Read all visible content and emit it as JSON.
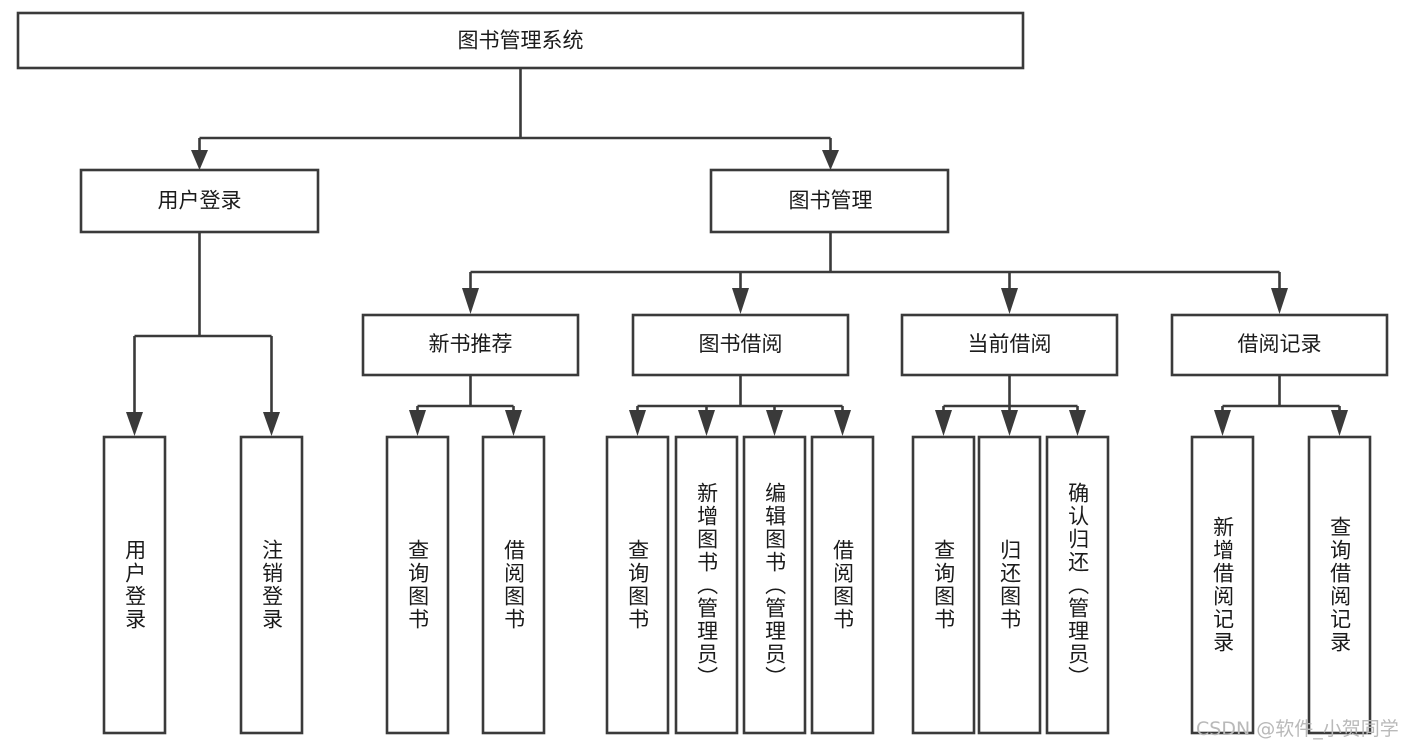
{
  "diagram": {
    "title": "图书管理系统",
    "type": "hierarchy-tree",
    "orientation": "top-down",
    "levels": 4,
    "colors": {
      "box_fill": "#ffffff",
      "box_stroke": "#3a3a3a",
      "text": "#1b1b1b",
      "connector": "#3a3a3a",
      "background": "#ffffff",
      "watermark": "#b9b9b9"
    },
    "root": {
      "label": "图书管理系统",
      "name": "node-root-library-system"
    },
    "level2": [
      {
        "label": "用户登录",
        "name": "node-user-login"
      },
      {
        "label": "图书管理",
        "name": "node-book-management"
      }
    ],
    "level3": [
      {
        "label": "新书推荐",
        "name": "node-new-book-recommend"
      },
      {
        "label": "图书借阅",
        "name": "node-book-borrow"
      },
      {
        "label": "当前借阅",
        "name": "node-current-borrow"
      },
      {
        "label": "借阅记录",
        "name": "node-borrow-record"
      }
    ],
    "leaves": {
      "user_login": [
        {
          "label": "用户登录",
          "name": "leaf-user-login"
        },
        {
          "label": "注销登录",
          "name": "leaf-user-logout"
        }
      ],
      "new_book_recommend": [
        {
          "label": "查询图书",
          "name": "leaf-query-book-recommend"
        },
        {
          "label": "借阅图书",
          "name": "leaf-borrow-book-recommend"
        }
      ],
      "book_borrow": [
        {
          "label": "查询图书",
          "name": "leaf-query-book-borrow"
        },
        {
          "label": "新增图书（管理员）",
          "name": "leaf-add-book-admin"
        },
        {
          "label": "编辑图书（管理员）",
          "name": "leaf-edit-book-admin"
        },
        {
          "label": "借阅图书",
          "name": "leaf-borrow-book"
        }
      ],
      "current_borrow": [
        {
          "label": "查询图书",
          "name": "leaf-query-book-current"
        },
        {
          "label": "归还图书",
          "name": "leaf-return-book"
        },
        {
          "label": "确认归还（管理员）",
          "name": "leaf-confirm-return-admin"
        }
      ],
      "borrow_record": [
        {
          "label": "新增借阅记录",
          "name": "leaf-add-borrow-record"
        },
        {
          "label": "查询借阅记录",
          "name": "leaf-query-borrow-record"
        }
      ]
    }
  },
  "watermark": {
    "text": "CSDN @软件_小贺同学"
  }
}
